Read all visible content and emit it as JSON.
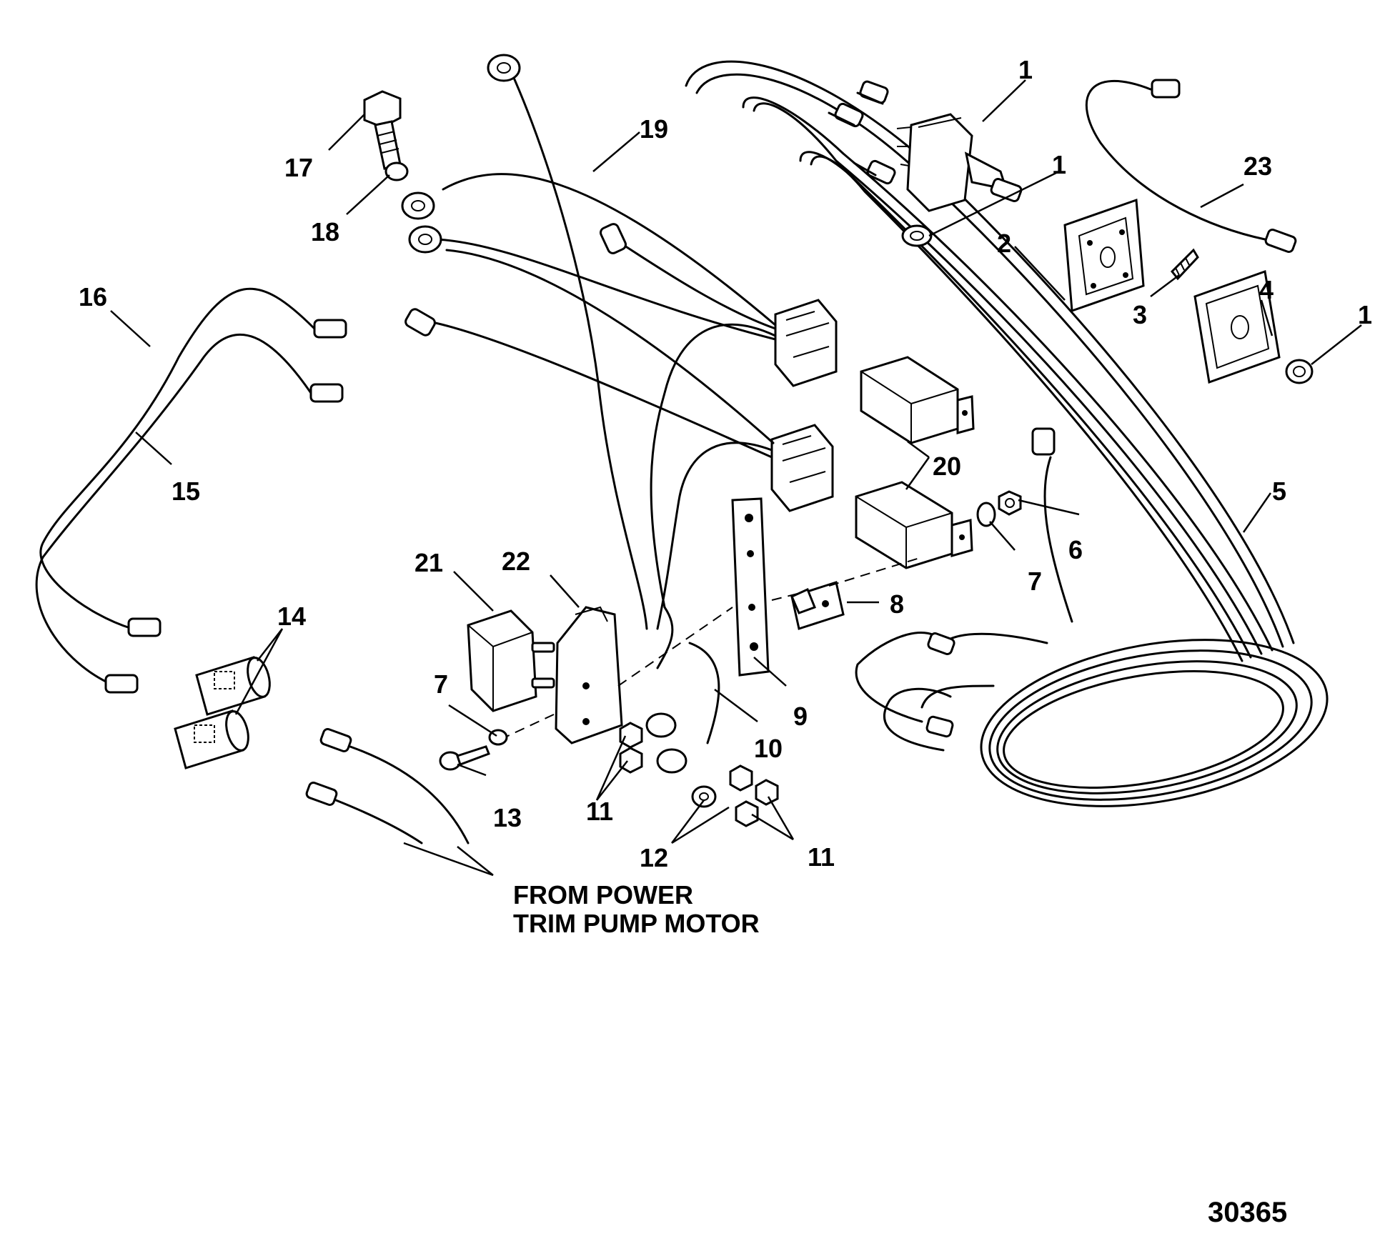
{
  "diagram": {
    "callouts": [
      "1",
      "1",
      "2",
      "3",
      "4",
      "1",
      "23",
      "19",
      "17",
      "18",
      "16",
      "15",
      "20",
      "6",
      "7",
      "8",
      "5",
      "9",
      "10",
      "21",
      "22",
      "14",
      "7",
      "13",
      "11",
      "12",
      "11"
    ],
    "note": [
      "FROM POWER",
      "TRIM PUMP MOTOR"
    ],
    "figure_number": "30365"
  }
}
